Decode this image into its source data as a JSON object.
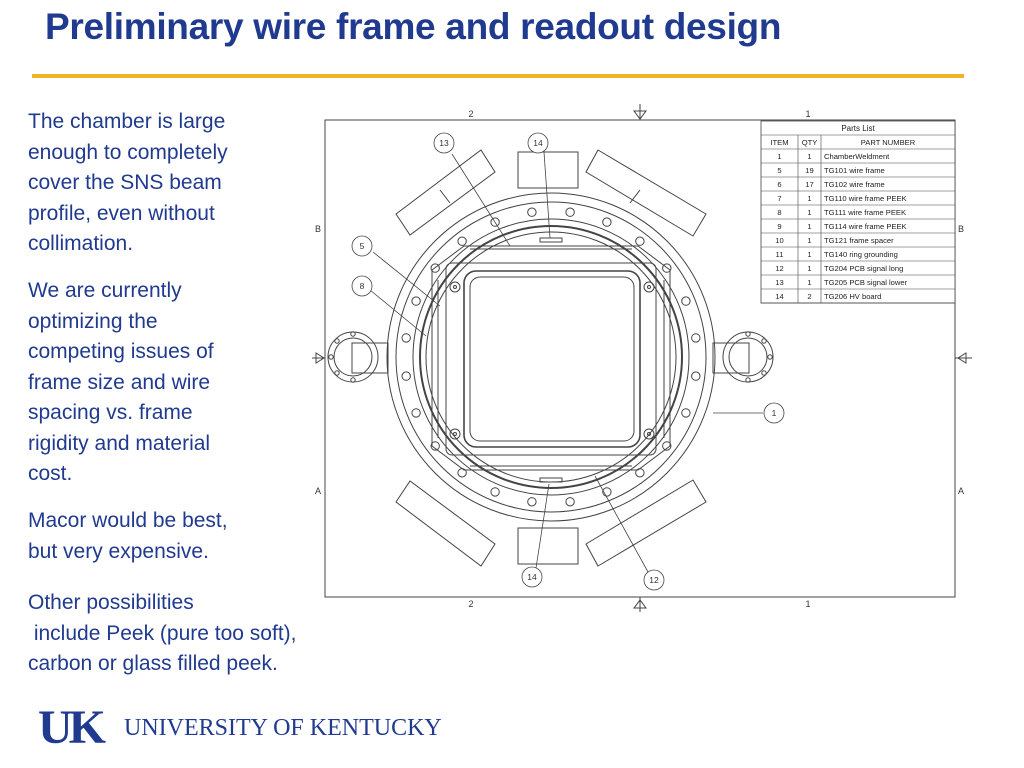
{
  "slide": {
    "title": "Preliminary wire frame and readout design",
    "paragraphs": [
      [
        "The chamber is large",
        "enough to completely",
        "cover the SNS beam",
        "profile, even without",
        "collimation."
      ],
      [
        "We are currently",
        "optimizing the",
        "competing issues of",
        "frame size and wire",
        "spacing vs. frame",
        "rigidity and material",
        "cost."
      ],
      [
        "Macor would be best,",
        "but very expensive."
      ],
      [
        "Other possibilities",
        " include Peek (pure too soft),",
        "carbon or glass filled peek."
      ]
    ]
  },
  "drawing": {
    "zone_labels": {
      "col_left": "2",
      "col_right": "1",
      "row_top": "B",
      "row_bottom": "A"
    },
    "callouts": [
      "13",
      "14",
      "5",
      "8",
      "1",
      "14",
      "12"
    ],
    "parts_list": {
      "title": "Parts List",
      "headers": [
        "ITEM",
        "QTY",
        "PART NUMBER"
      ],
      "rows": [
        [
          "1",
          "1",
          "ChamberWeldment"
        ],
        [
          "5",
          "19",
          "TG101 wire frame"
        ],
        [
          "6",
          "17",
          "TG102 wire frame"
        ],
        [
          "7",
          "1",
          "TG110 wire frame PEEK"
        ],
        [
          "8",
          "1",
          "TG111 wire frame PEEK"
        ],
        [
          "9",
          "1",
          "TG114 wire frame PEEK"
        ],
        [
          "10",
          "1",
          "TG121 frame spacer"
        ],
        [
          "11",
          "1",
          "TG140 ring grounding"
        ],
        [
          "12",
          "1",
          "TG204 PCB signal long"
        ],
        [
          "13",
          "1",
          "TG205 PCB signal lower"
        ],
        [
          "14",
          "2",
          "TG206 HV board"
        ]
      ]
    }
  },
  "logo": {
    "mark": "UK",
    "name": "UNIVERSITY OF KENTUCKY"
  },
  "colors": {
    "title": "#1f3a8f",
    "rule": "#f0b323",
    "drawing_line": "#444444"
  }
}
